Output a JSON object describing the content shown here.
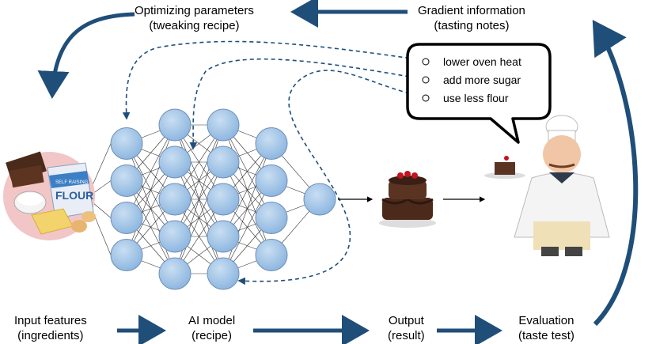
{
  "top_labels": {
    "optimizing": {
      "line1": "Optimizing parameters",
      "line2": "(tweaking recipe)"
    },
    "gradient": {
      "line1": "Gradient information",
      "line2": "(tasting notes)"
    }
  },
  "bubble": {
    "items": [
      "lower oven heat",
      "add more sugar",
      "use less flour"
    ]
  },
  "bottom_labels": {
    "input": {
      "line1": "Input features",
      "line2": "(ingredients)"
    },
    "model": {
      "line1": "AI model",
      "line2": "(recipe)"
    },
    "output": {
      "line1": "Output",
      "line2": "(result)"
    },
    "evaluation": {
      "line1": "Evaluation",
      "line2": "(taste test)"
    }
  },
  "ingredients": {
    "flour_bag_top": "SELF RAISING",
    "flour_bag_main": "FLOUR"
  },
  "network": {
    "layer_sizes": [
      4,
      5,
      5,
      4,
      1
    ]
  },
  "colors": {
    "arrow": "#1f4e79",
    "node_fill": "#9dc3e6",
    "node_stroke": "#6f8fb8",
    "dashed": "#1f4e79"
  }
}
